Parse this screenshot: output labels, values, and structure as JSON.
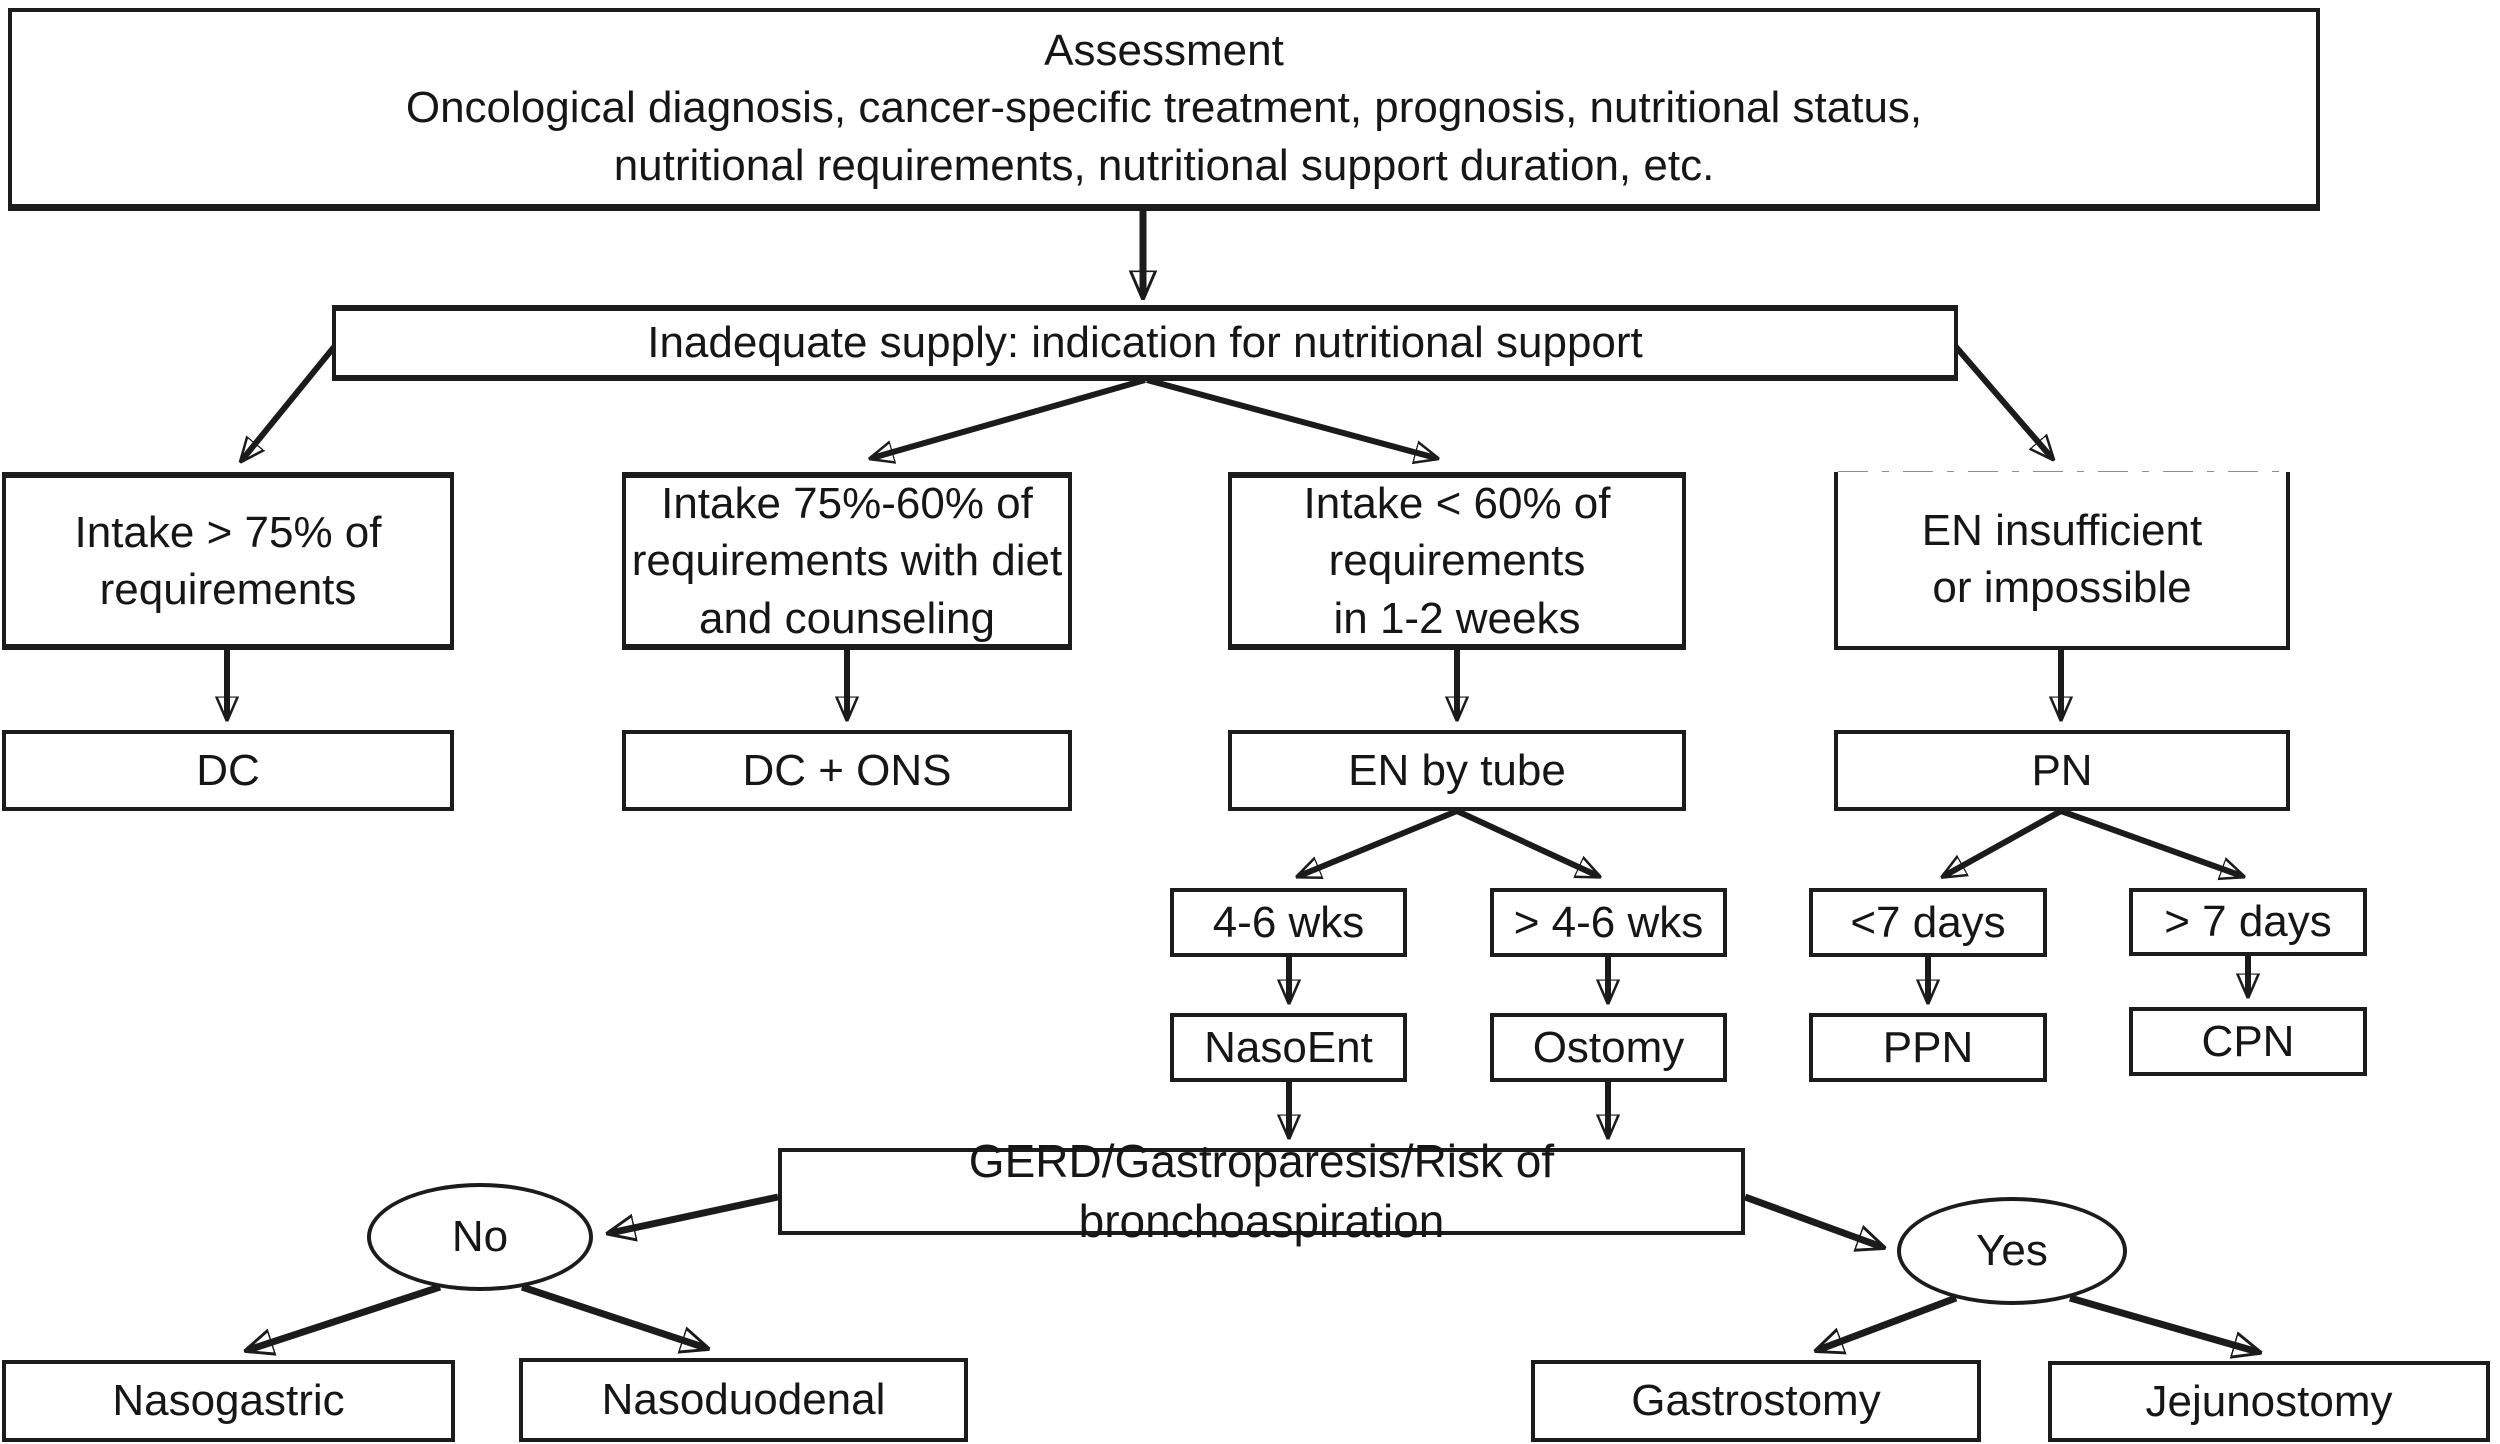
{
  "figure_type": "flowchart",
  "colors": {
    "ink": "#1b1b1b",
    "box_fill": "#ffffff",
    "background": "#ffffff"
  },
  "nodes": {
    "assessment": {
      "text": "Assessment\nOncological diagnosis, cancer-specific treatment, prognosis, nutritional status,\nnutritional requirements, nutritional support duration, etc."
    },
    "inadequate_supply": {
      "text": "Inadequate supply: indication for nutritional support"
    },
    "intake_gt75": {
      "text": "Intake > 75% of\nrequirements"
    },
    "intake_75_60": {
      "text": "Intake 75%-60% of\nrequirements with diet\nand counseling"
    },
    "intake_lt60": {
      "text": "Intake < 60% of\nrequirements\nin 1-2 weeks"
    },
    "en_insufficient": {
      "text": "EN insufficient\nor impossible"
    },
    "dc": {
      "text": "DC"
    },
    "dc_ons": {
      "text": "DC + ONS"
    },
    "en_by_tube": {
      "text": "EN by tube"
    },
    "pn": {
      "text": "PN"
    },
    "wks_4_6": {
      "text": "4-6 wks"
    },
    "wks_gt_4_6": {
      "text": "> 4-6 wks"
    },
    "days_lt7": {
      "text": "<7 days"
    },
    "days_gt7": {
      "text": "> 7 days"
    },
    "nasoent": {
      "text": "NasoEnt"
    },
    "ostomy": {
      "text": "Ostomy"
    },
    "ppn": {
      "text": "PPN"
    },
    "cpn": {
      "text": "CPN"
    },
    "gerd": {
      "text": "GERD/Gastroparesis/Risk of bronchoaspiration"
    },
    "no": {
      "text": "No"
    },
    "yes": {
      "text": "Yes"
    },
    "nasogastric": {
      "text": "Nasogastric"
    },
    "nasoduodenal": {
      "text": "Nasoduodenal"
    },
    "gastrostomy": {
      "text": "Gastrostomy"
    },
    "jejunostomy": {
      "text": "Jejunostomy"
    }
  },
  "edges": [
    {
      "from": "assessment",
      "to": "inadequate_supply"
    },
    {
      "from": "inadequate_supply",
      "to": "intake_gt75"
    },
    {
      "from": "inadequate_supply",
      "to": "intake_75_60"
    },
    {
      "from": "inadequate_supply",
      "to": "intake_lt60"
    },
    {
      "from": "inadequate_supply",
      "to": "en_insufficient"
    },
    {
      "from": "intake_gt75",
      "to": "dc"
    },
    {
      "from": "intake_75_60",
      "to": "dc_ons"
    },
    {
      "from": "intake_lt60",
      "to": "en_by_tube"
    },
    {
      "from": "en_insufficient",
      "to": "pn"
    },
    {
      "from": "en_by_tube",
      "to": "wks_4_6"
    },
    {
      "from": "en_by_tube",
      "to": "wks_gt_4_6"
    },
    {
      "from": "wks_4_6",
      "to": "nasoent"
    },
    {
      "from": "wks_gt_4_6",
      "to": "ostomy"
    },
    {
      "from": "pn",
      "to": "days_lt7"
    },
    {
      "from": "pn",
      "to": "days_gt7"
    },
    {
      "from": "days_lt7",
      "to": "ppn"
    },
    {
      "from": "days_gt7",
      "to": "cpn"
    },
    {
      "from": "nasoent",
      "to": "gerd"
    },
    {
      "from": "ostomy",
      "to": "gerd"
    },
    {
      "from": "gerd",
      "to": "no"
    },
    {
      "from": "gerd",
      "to": "yes"
    },
    {
      "from": "no",
      "to": "nasogastric"
    },
    {
      "from": "no",
      "to": "nasoduodenal"
    },
    {
      "from": "yes",
      "to": "gastrostomy"
    },
    {
      "from": "yes",
      "to": "jejunostomy"
    }
  ]
}
